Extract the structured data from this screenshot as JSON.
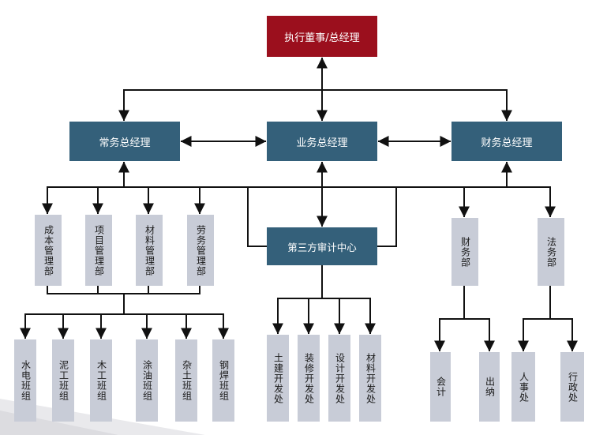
{
  "top": {
    "label": "执行董事/总经理"
  },
  "managers": {
    "left": "常务总经理",
    "middle": "业务总经理",
    "right": "财务总经理"
  },
  "audit_center": "第三方审计中心",
  "mgmt_departments": [
    "成本管理部",
    "项目管理部",
    "材料管理部",
    "劳务管理部"
  ],
  "work_teams": [
    "水电班组",
    "泥工班组",
    "木工班组",
    "涂油班组",
    "杂土班组",
    "钢焊班组"
  ],
  "dev_offices": [
    "土建开发处",
    "装修开发处",
    "设计开发处",
    "材料开发处"
  ],
  "finance_department": "财务部",
  "finance_units": [
    "会计",
    "出纳"
  ],
  "legal_department": "法务部",
  "legal_units": [
    "人事处",
    "行政处"
  ],
  "colors": {
    "top_box": "#9b0f1d",
    "manager_box": "#34607a",
    "leaf_box": "#c8ccd7",
    "connector": "#111111"
  }
}
